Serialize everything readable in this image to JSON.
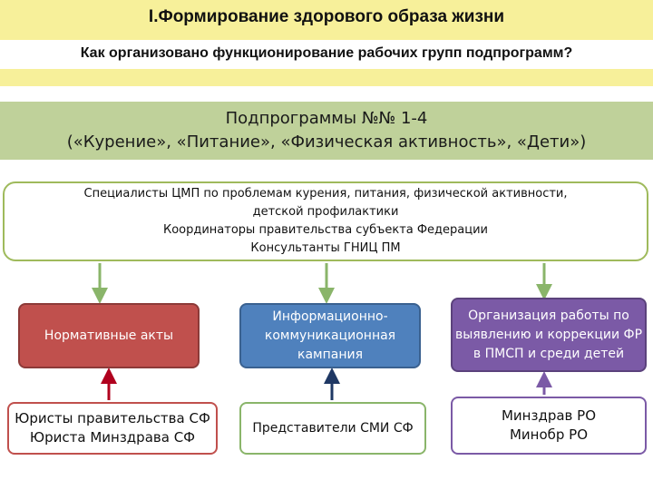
{
  "header": {
    "title": "I.Формирование здорового образа жизни",
    "subtitle": "Как  организовано функционирование рабочих групп подпрограмм?"
  },
  "band": {
    "line1": "Подпрограммы №№ 1-4",
    "line2": "(«Курение», «Питание», «Физическая активность», «Дети»)"
  },
  "specialists": {
    "line1": "Специалисты ЦМП по проблемам курения, питания, физической активности,",
    "line2": "детской профилактики",
    "line3": "Координаторы правительства субъекта Федерации",
    "line4": "Консультанты ГНИЦ ПМ"
  },
  "boxes": {
    "normative": "Нормативные акты",
    "info_line1": "Информационно-",
    "info_line2": "коммуникационная",
    "info_line3": "кампания",
    "org_line1": "Организация работы по",
    "org_line2": "выявлению и коррекции ФР",
    "org_line3": "в ПМСП и  среди детей",
    "lawyers_line1": "Юристы правительства СФ",
    "lawyers_line2": "Юриста Минздрава СФ",
    "media": "Представители СМИ СФ",
    "ministries_line1": "Минздрав РО",
    "ministries_line2": "Минобр РО"
  },
  "colors": {
    "header_bg": "#f7f09a",
    "band_bg": "#bfd19a",
    "green_border": "#9fba5c",
    "red": "#c0504d",
    "blue": "#4f81bd",
    "purple": "#7b5aa6",
    "navy_arrow": "#1f3864",
    "green_arrow": "#8ab56a"
  }
}
